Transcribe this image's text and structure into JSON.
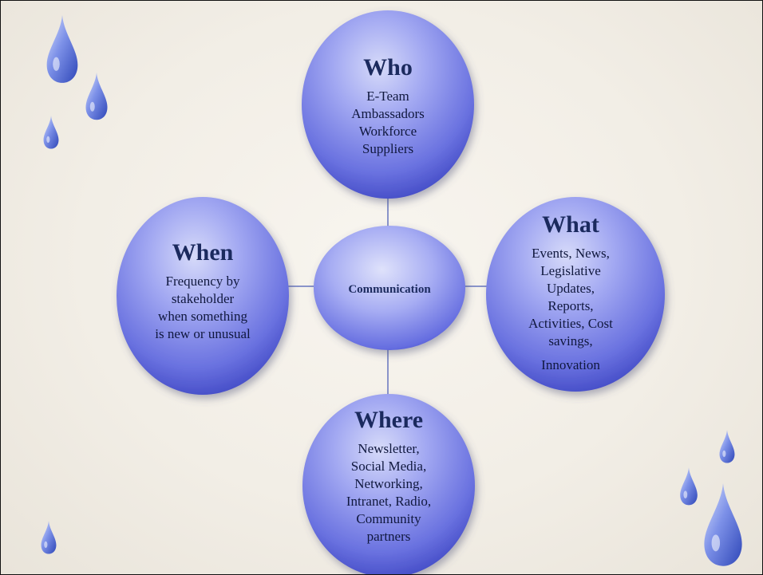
{
  "center": {
    "label": "Communication"
  },
  "nodes": {
    "who": {
      "title": "Who",
      "lines": [
        "E-Team",
        "Ambassadors",
        "Workforce",
        "Suppliers"
      ]
    },
    "what": {
      "title": "What",
      "lines": [
        "Events, News,",
        "Legislative",
        "Updates,",
        "Reports,",
        "Activities, Cost",
        "savings,",
        "Innovation"
      ]
    },
    "when": {
      "title": "When",
      "lines": [
        "Frequency by",
        "stakeholder",
        "when something",
        "is new or unusual"
      ]
    },
    "where": {
      "title": "Where",
      "lines": [
        "Newsletter,",
        "Social Media,",
        "Networking,",
        "Intranet, Radio,",
        "Community",
        "partners"
      ]
    }
  },
  "colors": {
    "node_light": "#c3c8f7",
    "node_mid": "#7b83e8",
    "node_dark": "#3d45c2",
    "title": "#1b2a5e",
    "text": "#10183e",
    "connector": "#8a94c9"
  },
  "decorations": [
    "water-drop-icon"
  ]
}
